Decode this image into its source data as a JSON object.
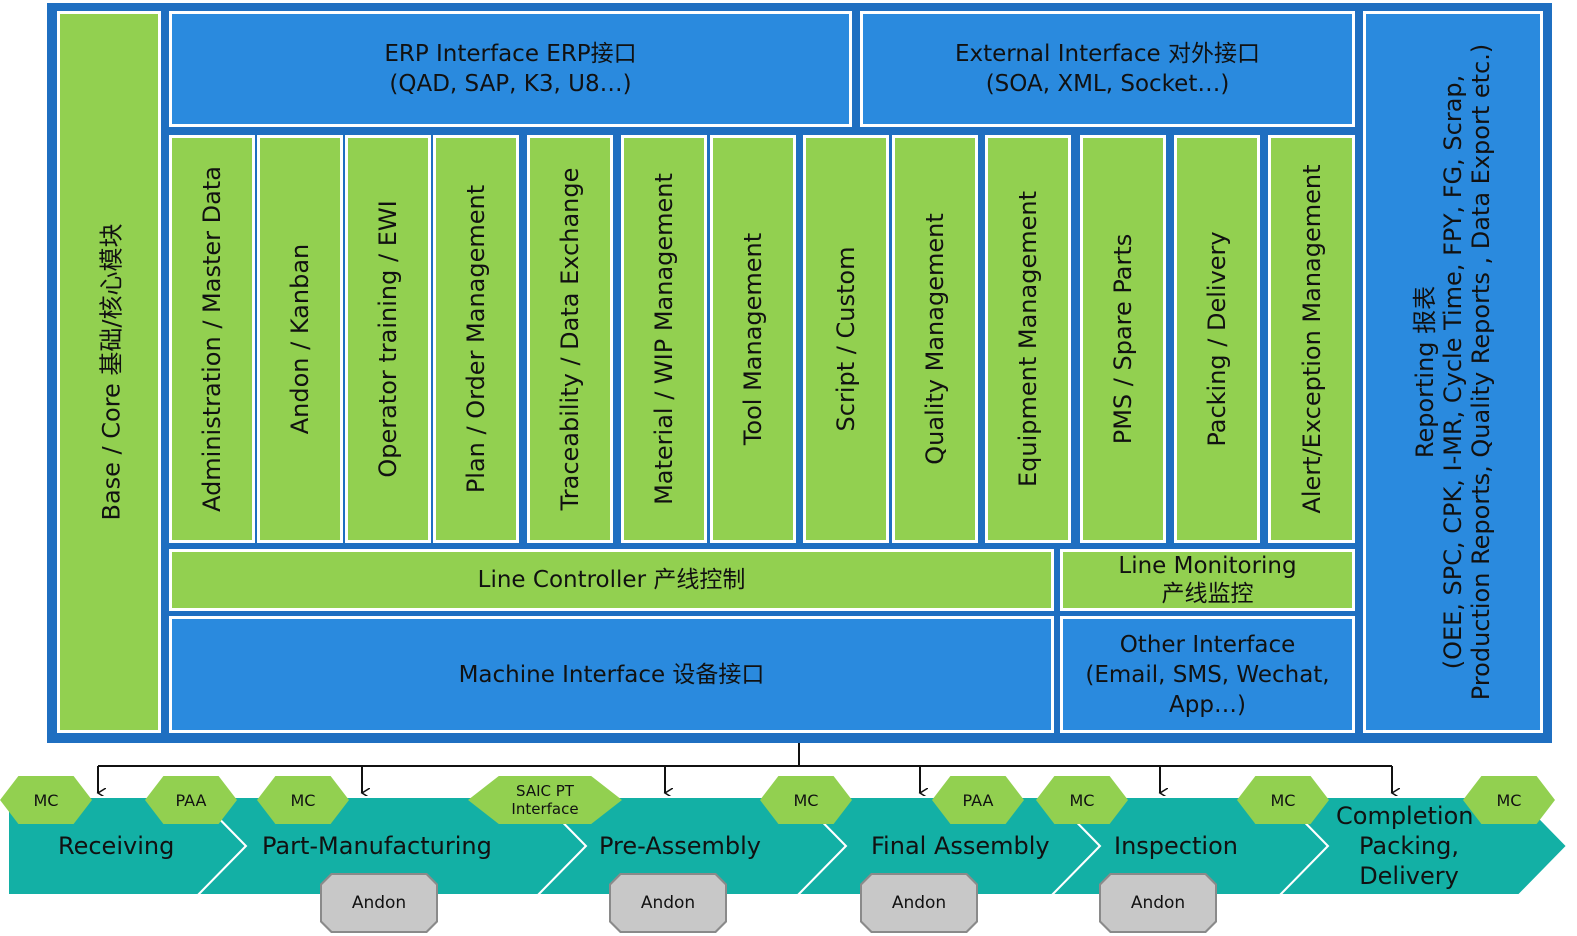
{
  "colors": {
    "frame": "#1f6fc1",
    "blue_box": "#2a8ade",
    "green_box": "#92d050",
    "flow": "#13b0a5",
    "andon": "#c8c8c8"
  },
  "base_core": "Base / Core 基础/核心模块",
  "erp": {
    "line1": "ERP Interface ERP接口",
    "line2": "(QAD, SAP, K3, U8…)"
  },
  "external": {
    "line1": "External Interface 对外接口",
    "line2": "(SOA, XML, Socket…)"
  },
  "modules": [
    "Administration / Master Data",
    "Andon / Kanban",
    "Operator training / EWI",
    "Plan / Order Management",
    "Traceability / Data Exchange",
    "Material / WIP Management",
    "Tool Management",
    "Script / Custom",
    "Quality Management",
    "Equipment Management",
    "PMS / Spare Parts",
    "Packing / Delivery",
    "Alert/Exception Management"
  ],
  "line_controller": "Line Controller 产线控制",
  "line_monitoring": {
    "line1": "Line Monitoring",
    "line2": "产线监控"
  },
  "machine_interface": "Machine Interface 设备接口",
  "other_interface": {
    "line1": "Other Interface",
    "line2": "(Email, SMS, Wechat,",
    "line3": "App…)"
  },
  "reporting": {
    "line1": "Reporting 报表",
    "line2": "(OEE, SPC, CPK, I-MR, Cycle Time,  FPY, FG, Scrap,",
    "line3": "Production Reports, Quality Reports , Data Export etc.)"
  },
  "stages": [
    "Receiving",
    "Part-Manufacturing",
    "Pre-Assembly",
    "Final Assembly",
    "Inspection"
  ],
  "completion": {
    "line1": "Completion",
    "line2": "Packing,",
    "line3": "Delivery"
  },
  "badges": {
    "mc": "MC",
    "paa": "PAA",
    "saic_line1": "SAIC PT",
    "saic_line2": "Interface",
    "andon": "Andon"
  }
}
